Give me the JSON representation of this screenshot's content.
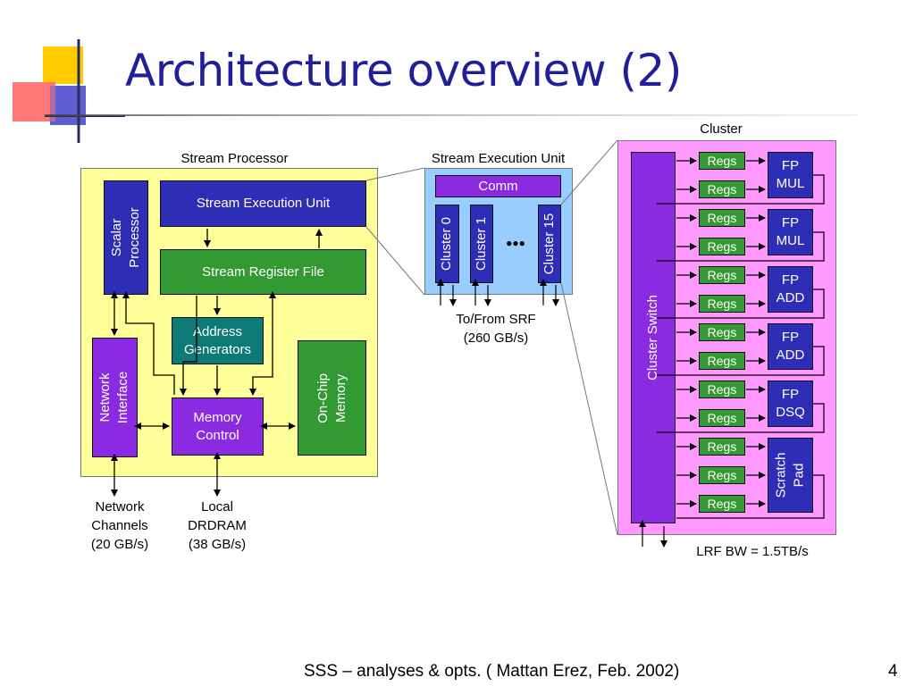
{
  "slide": {
    "title": "Architecture overview (2)",
    "footer": "SSS – analyses & opts. ( Mattan Erez, Feb. 2002)",
    "page_number": "4"
  },
  "stream_processor": {
    "title": "Stream Processor",
    "scalar_processor": [
      "Scalar",
      "Processor"
    ],
    "stream_execution_unit": "Stream Execution Unit",
    "stream_register_file": "Stream Register File",
    "address_generators": [
      "Address",
      "Generators"
    ],
    "network_interface": [
      "Network",
      "Interface"
    ],
    "memory_control": [
      "Memory",
      "Control"
    ],
    "on_chip_memory": [
      "On-Chip",
      "Memory"
    ],
    "network_channels": [
      "Network",
      "Channels",
      "(20 GB/s)"
    ],
    "local_drdram": [
      "Local",
      "DRDRAM",
      "(38 GB/s)"
    ]
  },
  "stream_execution_unit_detail": {
    "title": "Stream Execution Unit",
    "comm": "Comm",
    "clusters": [
      "Cluster 0",
      "Cluster 1",
      "Cluster 15"
    ],
    "ellipsis": "●●●",
    "srf_label": [
      "To/From SRF",
      "(260 GB/s)"
    ]
  },
  "cluster_detail": {
    "title": "Cluster",
    "cluster_switch": "Cluster Switch",
    "regs_label": "Regs",
    "units": [
      [
        "FP",
        "MUL"
      ],
      [
        "FP",
        "MUL"
      ],
      [
        "FP",
        "ADD"
      ],
      [
        "FP",
        "ADD"
      ],
      [
        "FP",
        "DSQ"
      ],
      [
        "Scratch",
        "Pad"
      ]
    ],
    "lrf_bw": "LRF BW = 1.5TB/s"
  },
  "colors": {
    "title": "#1f1f99",
    "stream_processor_bg": "#ffff99",
    "blue_unit": "#2d2db5",
    "green_unit": "#339933",
    "teal_unit": "#0d7a78",
    "purple_unit": "#8a2be2",
    "seu_bg": "#99ccff",
    "cluster_bg": "#ff99ff"
  }
}
